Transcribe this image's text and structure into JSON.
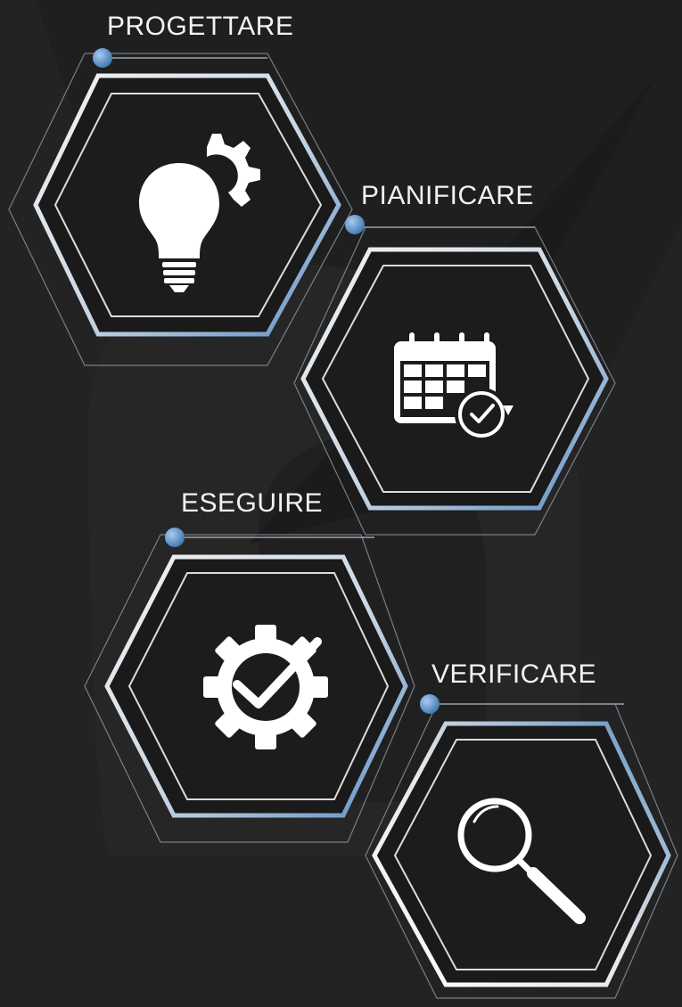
{
  "colors": {
    "background": "#232323",
    "panel": "#1c1c1c",
    "accent_blue": "#5b8fc4",
    "frame_light": "#e8e8e8",
    "icon": "#ffffff"
  },
  "steps": [
    {
      "label": "PROGETTARE",
      "icon": "lightbulb-gear-icon"
    },
    {
      "label": "PIANIFICARE",
      "icon": "calendar-clock-icon"
    },
    {
      "label": "ESEGUIRE",
      "icon": "gear-check-icon"
    },
    {
      "label": "VERIFICARE",
      "icon": "magnifier-icon"
    }
  ]
}
